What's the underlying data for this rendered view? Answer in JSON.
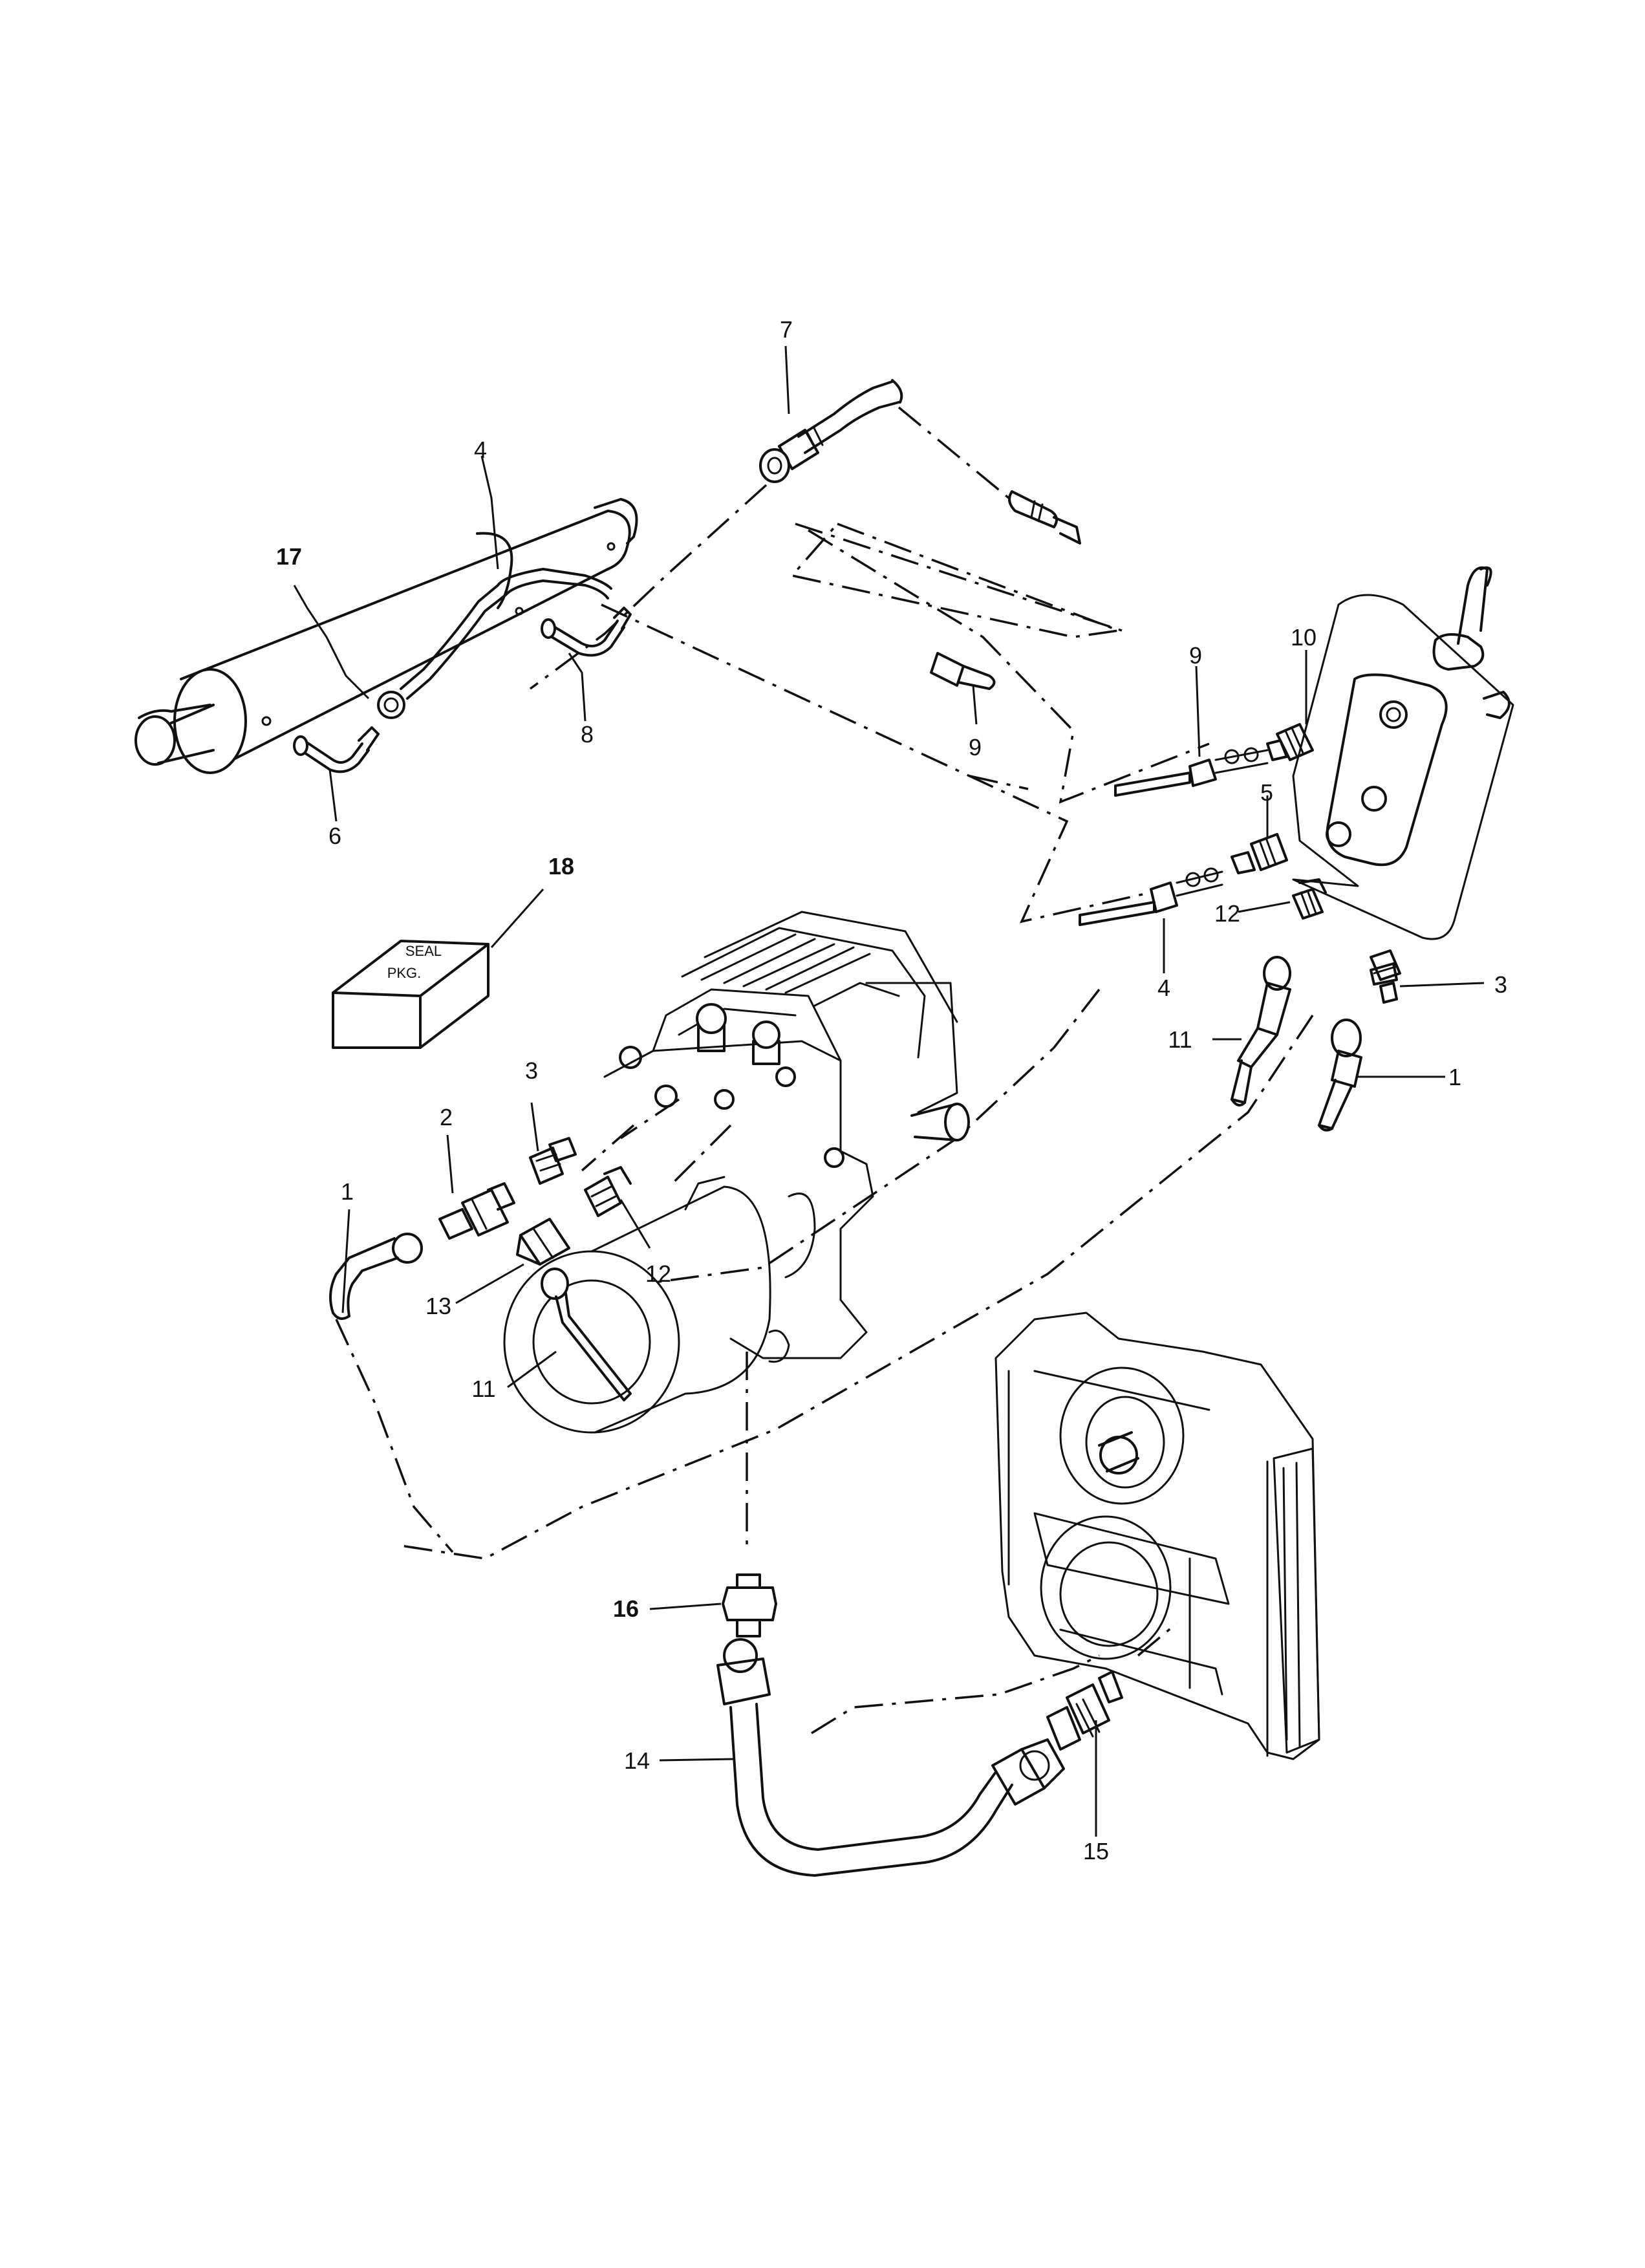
{
  "callouts": {
    "c17": "17",
    "c4_top": "4",
    "c6": "6",
    "c8": "8",
    "c7": "7",
    "c9_top": "9",
    "c9_right": "9",
    "c10": "10",
    "c5": "5",
    "c4_right": "4",
    "c12_right": "12",
    "c3_right": "3",
    "c11_right": "11",
    "c1_right": "1",
    "c18": "18",
    "c3_left": "3",
    "c2": "2",
    "c1_left": "1",
    "c13": "13",
    "c12_left": "12",
    "c11_left": "11",
    "c16": "16",
    "c14": "14",
    "c15": "15"
  },
  "seal_package": {
    "line1": "SEAL",
    "line2": "PKG."
  }
}
